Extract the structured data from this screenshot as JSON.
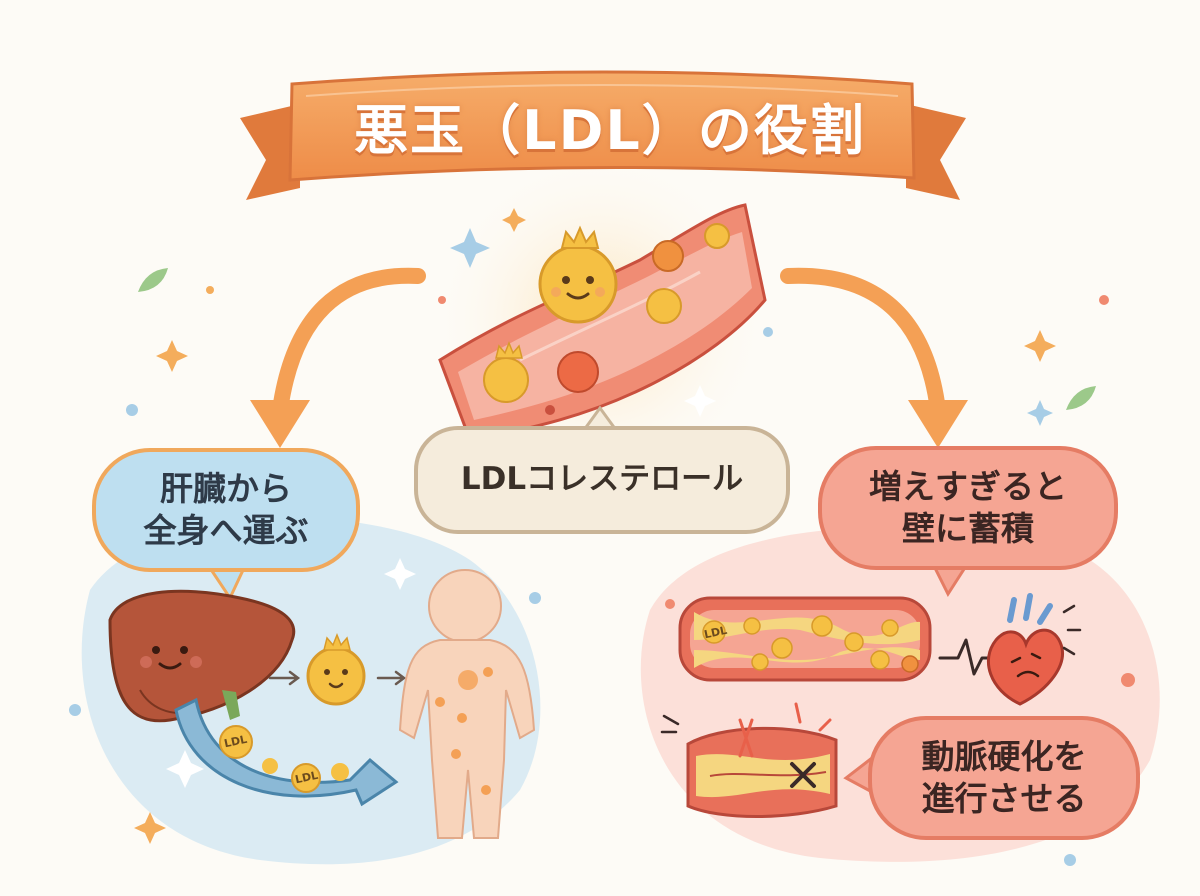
{
  "title": "悪玉（LDL）の役割",
  "center_label": "LDLコレステロール",
  "left_callout": {
    "line1": "肝臓から",
    "line2": "全身へ運ぶ"
  },
  "right_top_callout": {
    "line1": "増えすぎると",
    "line2": "壁に蓄積"
  },
  "right_bottom_callout": {
    "line1": "動脈硬化を",
    "line2": "進行させる"
  },
  "ldl_tag": "LDL",
  "colors": {
    "ribbon": "#f29a56",
    "ribbon_dark": "#e07a3c",
    "arrow": "#f4a055",
    "liver_bubble": "#bedff0",
    "warning_bubble": "#f5a593",
    "ldl_particle": "#f5c043",
    "artery": "#e8705a",
    "plaque": "#f5d680"
  },
  "icons": [
    "crown-icon",
    "sparkle-icon",
    "leaf-icon",
    "heart-icon",
    "x-mark-icon",
    "heartbeat-icon",
    "arrow-icon"
  ]
}
